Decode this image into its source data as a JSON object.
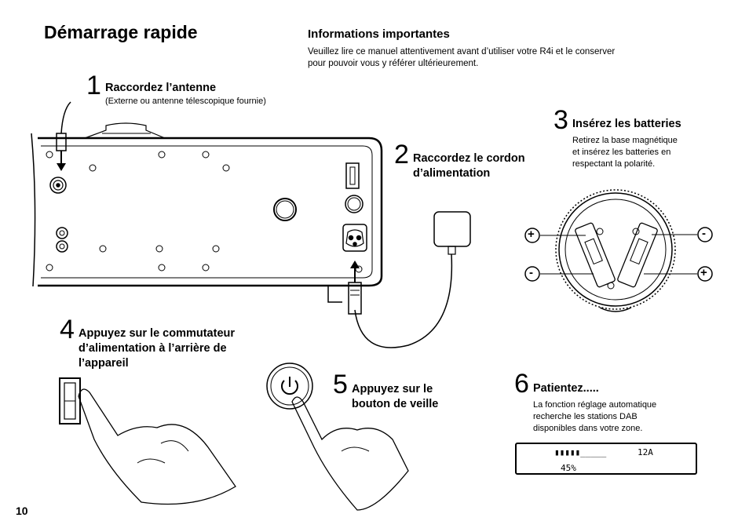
{
  "page": {
    "title": "Démarrage rapide",
    "page_number": "10"
  },
  "info": {
    "heading": "Informations importantes",
    "text_line1": "Veuillez lire ce manuel attentivement avant d’utiliser votre R4i et le conserver",
    "text_line2": "pour pouvoir vous y référer ultérieurement."
  },
  "steps": [
    {
      "number": "1",
      "label": "Raccordez l’antenne",
      "sub": "(Externe ou antenne télescopique fournie)"
    },
    {
      "number": "2",
      "label_line1": "Raccordez le cordon",
      "label_line2": "d’alimentation"
    },
    {
      "number": "3",
      "label": "Insérez les batteries",
      "desc_line1": "Retirez la base magnétique",
      "desc_line2": "et insérez les batteries en",
      "desc_line3": "respectant la polarité."
    },
    {
      "number": "4",
      "label_line1": "Appuyez sur le commutateur",
      "label_line2": "d’alimentation à l’arrière de",
      "label_line3": "l’appareil"
    },
    {
      "number": "5",
      "label_line1": "Appuyez sur le",
      "label_line2": "bouton de veille"
    },
    {
      "number": "6",
      "label": "Patientez.....",
      "desc_line1": "La fonction réglage automatique",
      "desc_line2": "recherche les stations DAB",
      "desc_line3": "disponibles dans votre zone."
    }
  ],
  "display": {
    "progress_text": "▮▮▮▮▮_____",
    "multiplex": "12A",
    "percent": "45%",
    "progress_fraction": 0.45
  },
  "polarity": {
    "plus": "+",
    "minus": "-"
  },
  "icons": [
    "power-icon",
    "battery-icon",
    "plug-icon",
    "antenna-connector-icon",
    "arrow-down-icon",
    "arrow-up-icon",
    "hand-pointer-icon",
    "switch-icon"
  ]
}
